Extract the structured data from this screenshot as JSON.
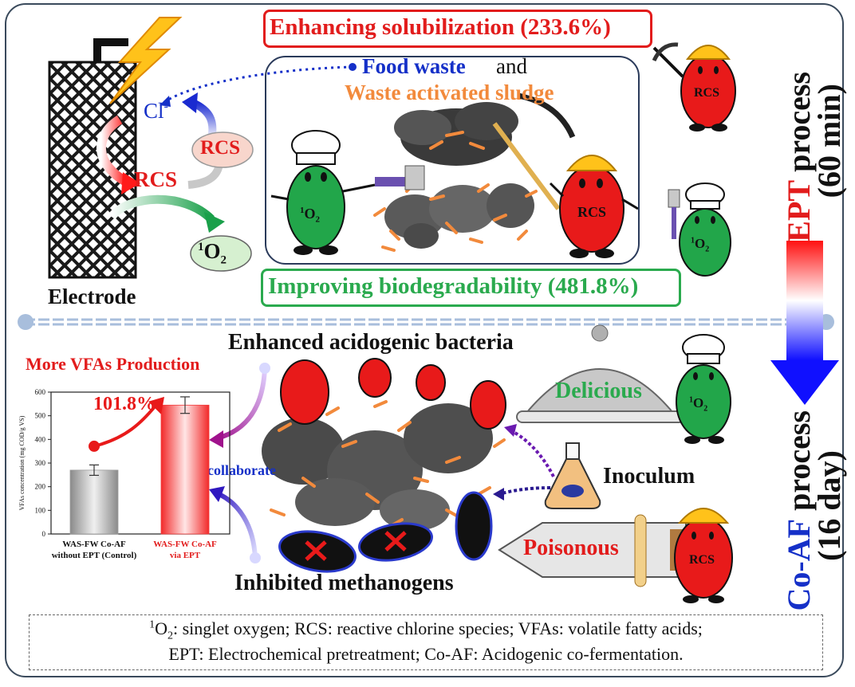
{
  "top": {
    "solubilization": "Enhancing solubilization (233.6%)",
    "biodegradability": "Improving biodegradability (481.8%)",
    "food_waste": "Food waste",
    "and": "and",
    "was": "Waste activated sludge",
    "electrode": "Electrode",
    "cl": "Cl",
    "cl_sup": "-",
    "rcs_circle": "RCS",
    "rcs_arrow": "RCS",
    "o2_sup": "1",
    "o2_main": "O",
    "o2_sub": "2",
    "char_rcs": "RCS"
  },
  "process": {
    "ept_colored": "EPT",
    "ept_rest": " process",
    "ept_time": "(60 min)",
    "coaf_colored": "Co-AF",
    "coaf_rest": " process",
    "coaf_time": "(16 day)"
  },
  "bottom": {
    "acidogenic": "Enhanced acidogenic bacteria",
    "methanogens": "Inhibited methanogens",
    "more_vfas": "More VFAs Production",
    "collaborate": "collaborate",
    "delicious": "Delicious",
    "inoculum": "Inoculum",
    "poisonous": "Poisonous"
  },
  "chart_data": {
    "type": "bar",
    "categories": [
      "WAS-FW Co-AF without EPT (Control)",
      "WAS-FW Co-AF via EPT"
    ],
    "category_lines": [
      [
        "WAS-FW Co-AF",
        "without EPT (Control)"
      ],
      [
        "WAS-FW Co-AF",
        "via EPT"
      ]
    ],
    "values": [
      270,
      545
    ],
    "errors": [
      22,
      35
    ],
    "ylabel": "VFAs concentration (mg COD/g VS)",
    "ylim": [
      0,
      600
    ],
    "yticks": [
      "0",
      "100",
      "200",
      "300",
      "400",
      "500",
      "600"
    ],
    "annotation": "101.8%",
    "colors": [
      "#9a9a9a",
      "#f23a3a"
    ]
  },
  "legend": {
    "line1_sup": "1",
    "line1_o": "O",
    "line1_sub": "2",
    "line1_rest": ": singlet oxygen; RCS: reactive chlorine species; VFAs: volatile fatty acids;",
    "line2": "EPT: Electrochemical pretreatment; Co-AF: Acidogenic co-fermentation."
  },
  "colors": {
    "red": "#e21c1c",
    "green": "#2aaa4e",
    "blue": "#1530c8",
    "orange": "#f28a3c",
    "char_green": "#22a64a",
    "char_red": "#e81a1a"
  }
}
